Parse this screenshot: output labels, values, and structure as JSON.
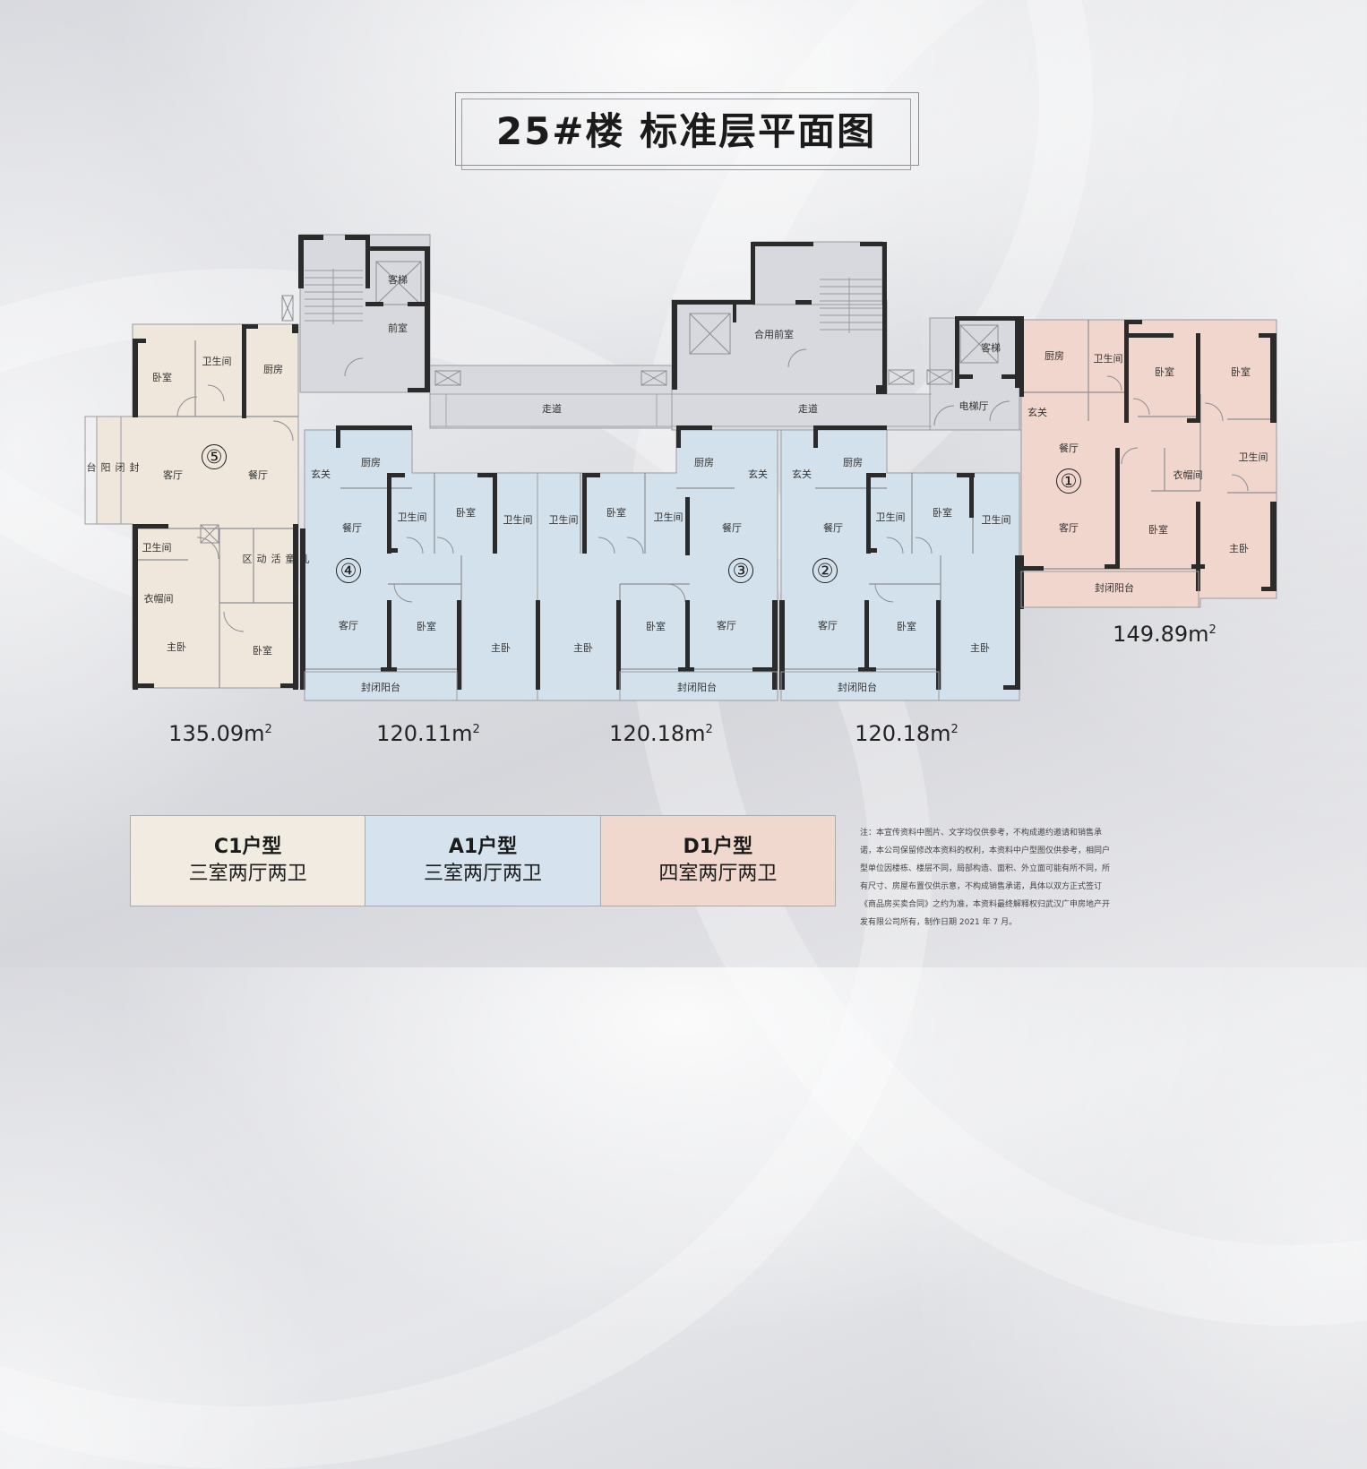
{
  "title": "25#楼  标准层平面图",
  "colors": {
    "c1_unit": "#efe7dc",
    "a1_unit": "#d2e1ec",
    "d1_unit": "#f0d6cd",
    "wall": "#2b2b2b",
    "core": "#d9dadf"
  },
  "core": {
    "left": {
      "elevator": "客梯",
      "lobby": "前室"
    },
    "middle": {
      "lobby": "合用前室"
    },
    "right": {
      "elevator": "客梯",
      "lobby": "电梯厅"
    },
    "corridors": [
      "走道",
      "走道"
    ]
  },
  "units": [
    {
      "number": "⑤",
      "type": "C1",
      "area": "135.09",
      "rooms": {
        "bedroom1": "卧室",
        "bath1": "卫生间",
        "kitchen": "厨房",
        "balcony": "封闭阳台",
        "living": "客厅",
        "dining": "餐厅",
        "bath2": "卫生间",
        "closet": "衣帽间",
        "kids_area": "儿童活动区",
        "master": "主卧",
        "bedroom2": "卧室"
      }
    },
    {
      "number": "④",
      "type": "A1",
      "area": "120.11",
      "rooms": {
        "entry": "玄关",
        "kitchen": "厨房",
        "dining": "餐厅",
        "bath1": "卫生间",
        "bedroom1": "卧室",
        "bath2": "卫生间",
        "living": "客厅",
        "bedroom2": "卧室",
        "master": "主卧",
        "balcony": "封闭阳台"
      }
    },
    {
      "number": "③",
      "type": "A1",
      "area": "120.18",
      "rooms": {
        "entry": "玄关",
        "kitchen": "厨房",
        "dining": "餐厅",
        "bath1": "卫生间",
        "bedroom1": "卧室",
        "bath2": "卫生间",
        "living": "客厅",
        "bedroom2": "卧室",
        "master": "主卧",
        "balcony": "封闭阳台"
      }
    },
    {
      "number": "②",
      "type": "A1",
      "area": "120.18",
      "rooms": {
        "entry": "玄关",
        "kitchen": "厨房",
        "dining": "餐厅",
        "bath1": "卫生间",
        "bedroom1": "卧室",
        "bath2": "卫生间",
        "living": "客厅",
        "bedroom2": "卧室",
        "master": "主卧",
        "balcony": "封闭阳台"
      }
    },
    {
      "number": "①",
      "type": "D1",
      "area": "149.89",
      "rooms": {
        "kitchen": "厨房",
        "bath1": "卫生间",
        "bedroom1": "卧室",
        "bedroom2": "卧室",
        "entry": "玄关",
        "dining": "餐厅",
        "bath2": "卫生间",
        "closet": "衣帽间",
        "living": "客厅",
        "bedroom3": "卧室",
        "master": "主卧",
        "balcony": "封闭阳台"
      }
    }
  ],
  "area_unit": "m",
  "area_sup": "2",
  "legend": [
    {
      "type": "C1户型",
      "desc": "三室两厅两卫",
      "color": "#f2ebe1"
    },
    {
      "type": "A1户型",
      "desc": "三室两厅两卫",
      "color": "#d6e3ee"
    },
    {
      "type": "D1户型",
      "desc": "四室两厅两卫",
      "color": "#f1d8cf"
    }
  ],
  "note": "注：本宣传资料中图片、文字均仅供参考，不构成邀约邀请和销售承诺，本公司保留修改本资料的权利，本资料中户型图仅供参考，相同户型单位因楼栋、楼层不同，局部构造、面积、外立面可能有所不同，所有尺寸、房屋布置仅供示意，不构成销售承诺，具体以双方正式签订《商品房买卖合同》之约为准，本资料最终解释权归武汉广申房地产开发有限公司所有，制作日期 2021 年 7 月。"
}
